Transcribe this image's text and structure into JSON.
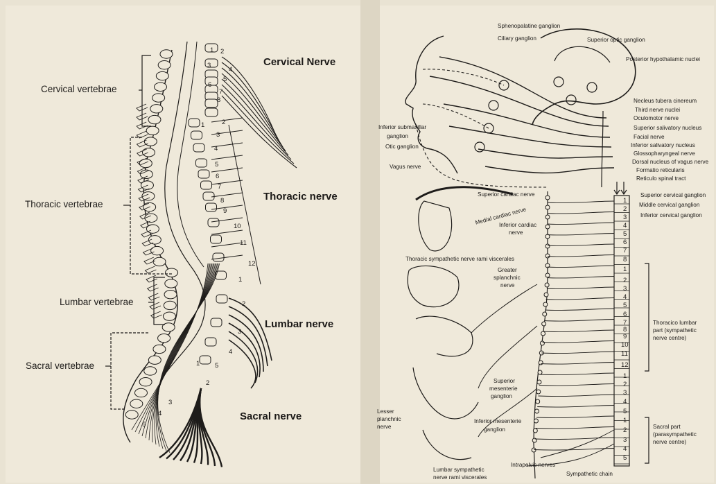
{
  "left_panel": {
    "cervical_vertebrae": "Cervical vertebrae",
    "thoracic_vertebrae": "Thoracic vertebrae",
    "lumbar_vertebrae": "Lumbar vertebrae",
    "sacral_vertebrae": "Sacral vertebrae",
    "cervical_nerve": "Cervical Nerve",
    "thoracic_nerve": "Thoracic nerve",
    "lumbar_nerve": "Lumbar nerve",
    "sacral_nerve": "Sacral nerve",
    "cervical_numbers": [
      "1",
      "2",
      "3",
      "4",
      "5",
      "6",
      "7",
      "8"
    ],
    "thoracic_numbers": [
      "1",
      "2",
      "3",
      "4",
      "5",
      "6",
      "7",
      "8",
      "9",
      "10",
      "11",
      "12"
    ],
    "lumbar_numbers": [
      "1",
      "2",
      "3",
      "4",
      "5"
    ],
    "sacral_numbers": [
      "1",
      "2",
      "3",
      "4",
      "5"
    ]
  },
  "right_panel": {
    "labels": {
      "sphenopalatine": "Sphenopalatine ganglion",
      "ciliary": "Ciliary ganglion",
      "superior_optic": "Superior optic ganglion",
      "posterior_hypothalamic": "Posterior hypothalamic nuclei",
      "tuber_cinereum": "Necleus tubera cinereum",
      "third_nerve_nuclei": "Third nerve nuclei",
      "oculomotor": "Oculomotor nerve",
      "superior_salivatory": "Superior salivatory nucleus",
      "facial": "Facial nerve",
      "inferior_salivatory": "Inferior salivatory nucleus",
      "glossopharyngeal": "Glossopharyngeal nerve",
      "dorsal_vagus": "Dorsal nucleus of vagus nerve",
      "formatio": "Formatio reticularis",
      "reticulo": "Reticulo spinal tract",
      "submaxillar_a": "Inferior submaxillar",
      "submaxillar_b": "ganglion",
      "otic": "Otic ganglion",
      "vagus": "Vagus nerve",
      "superior_cardiac": "Superior cardiac nerve",
      "medial_cardiac": "Medial cardiac nerve",
      "inferior_cardiac_a": "Inferior cardiac",
      "inferior_cardiac_b": "nerve",
      "thoracic_rami": "Thoracic sympathetic nerve rami viscerales",
      "greater_splanchnic_a": "Greater",
      "greater_splanchnic_b": "splanchnic",
      "greater_splanchnic_c": "nerve",
      "superior_cervical_ganglion": "Superior cervical ganglion",
      "middle_cervical_ganglion": "Middle cervical ganglion",
      "inferior_cervical_ganglion": "Inferior cervical ganglion",
      "thoracico_a": "Thoracico lumbar",
      "thoracico_b": "part (sympathetic",
      "thoracico_c": "nerve centre)",
      "sup_mesenteric_a": "Superior",
      "sup_mesenteric_b": "mesenterie",
      "sup_mesenteric_c": "ganglion",
      "inf_mesenteric_a": "Inferior mesenterie",
      "inf_mesenteric_b": "ganglion",
      "lesser_a": "Lesser",
      "lesser_b": "planchnic",
      "lesser_c": "nerve",
      "sacral_part_a": "Sacral part",
      "sacral_part_b": "(parasympathetic",
      "sacral_part_c": "nerve centre)",
      "lumbar_rami_a": "Lumbar sympathetic",
      "lumbar_rami_b": "nerve rami viscerales",
      "intrapelvic": "Intrapelvic nerves",
      "sympathetic_chain": "Sympathetic chain"
    },
    "cord_cervical": [
      "1",
      "2",
      "3",
      "4",
      "5",
      "6",
      "7",
      "8"
    ],
    "cord_thoracic": [
      "1",
      "2",
      "3",
      "4",
      "5",
      "6",
      "7",
      "8",
      "9",
      "10",
      "11",
      "12"
    ],
    "cord_lumbar": [
      "1",
      "2",
      "3",
      "4",
      "5"
    ],
    "cord_sacral": [
      "1",
      "2",
      "3",
      "4",
      "5"
    ]
  }
}
